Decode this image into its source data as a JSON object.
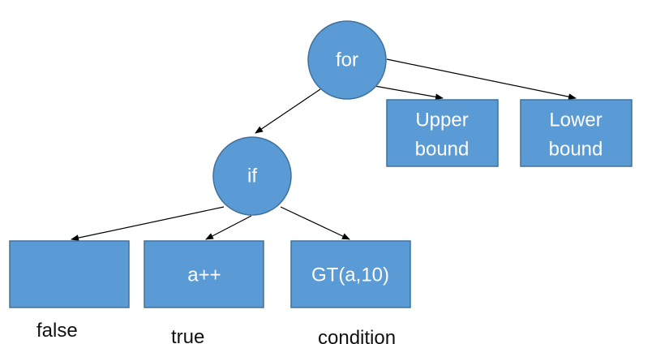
{
  "colors": {
    "node_fill": "#5b9bd5",
    "node_stroke": "#41719c",
    "node_text": "#ffffff",
    "edge": "#000000",
    "caption_text": "#111111"
  },
  "nodes": {
    "for": {
      "label": "for"
    },
    "if": {
      "label": "if"
    },
    "upper_bound": {
      "line1": "Upper",
      "line2": "bound"
    },
    "lower_bound": {
      "line1": "Lower",
      "line2": "bound"
    },
    "false_box": {
      "label": ""
    },
    "true_box": {
      "label": "a++"
    },
    "condition_box": {
      "label": "GT(a,10)"
    }
  },
  "captions": {
    "false": "false",
    "true": "true",
    "condition": "condition"
  }
}
